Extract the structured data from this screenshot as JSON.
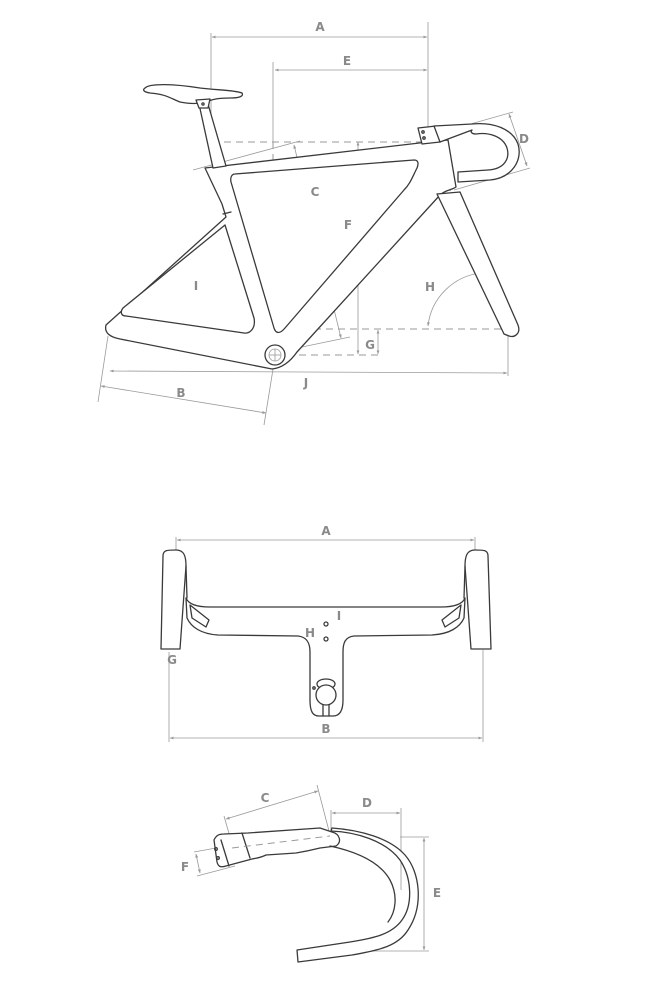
{
  "diagram": {
    "frame_geometry": {
      "title": "frame-side-view",
      "labels": {
        "A": "A",
        "B": "B",
        "C": "C",
        "D": "D",
        "E": "E",
        "F": "F",
        "G": "G",
        "H": "H",
        "I": "I",
        "J": "J"
      }
    },
    "handlebar_front": {
      "title": "handlebar-front-view",
      "labels": {
        "A": "A",
        "B": "B",
        "G": "G",
        "H": "H",
        "I": "I"
      }
    },
    "handlebar_side": {
      "title": "handlebar-side-view",
      "labels": {
        "C": "C",
        "D": "D",
        "E": "E",
        "F": "F"
      }
    },
    "colors": {
      "outline": "#3a3a3a",
      "dimension": "#9a9a9a",
      "label": "#8a8a8a",
      "background": "#ffffff"
    }
  }
}
